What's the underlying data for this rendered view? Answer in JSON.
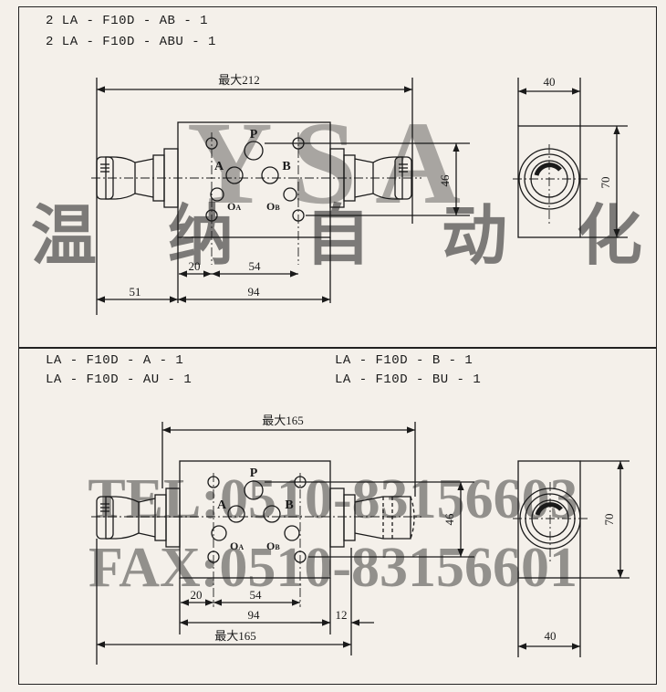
{
  "sections": {
    "top": {
      "models": [
        "2 LA - F10D - AB - 1",
        "2 LA - F10D - ABU - 1"
      ],
      "dims": {
        "overall": "最大212",
        "left_offset": "51",
        "body_width": "94",
        "port_pitch_a": "20",
        "port_pitch_b": "54",
        "height": "46",
        "side_width": "40",
        "side_height": "70"
      },
      "ports": {
        "p": "P",
        "a": "A",
        "b": "B",
        "oa": "O",
        "oa_sub": "A",
        "ob": "O",
        "ob_sub": "B"
      }
    },
    "bottom": {
      "models_left": [
        "LA - F10D - A - 1",
        "LA - F10D - AU - 1"
      ],
      "models_right": [
        "LA - F10D - B - 1",
        "LA - F10D - BU - 1"
      ],
      "dims": {
        "overall_top": "最大165",
        "overall_bottom": "最大165",
        "body_width": "94",
        "port_pitch_a": "20",
        "port_pitch_b": "54",
        "offset": "12",
        "height": "46",
        "side_width": "40",
        "side_height": "70"
      },
      "ports": {
        "p": "P",
        "a": "A",
        "b": "B",
        "oa": "O",
        "oa_sub": "A",
        "ob": "O",
        "ob_sub": "B"
      }
    }
  },
  "watermark": {
    "logo": "YSA",
    "company": [
      "温",
      "纳",
      "自",
      "动",
      "化"
    ],
    "tel": "TEL:0510-83156603",
    "fax": "FAX:0510-83156601"
  },
  "colors": {
    "line": "#1a1a1a",
    "background": "#f4f0ea",
    "watermark": "#7c96c8"
  }
}
